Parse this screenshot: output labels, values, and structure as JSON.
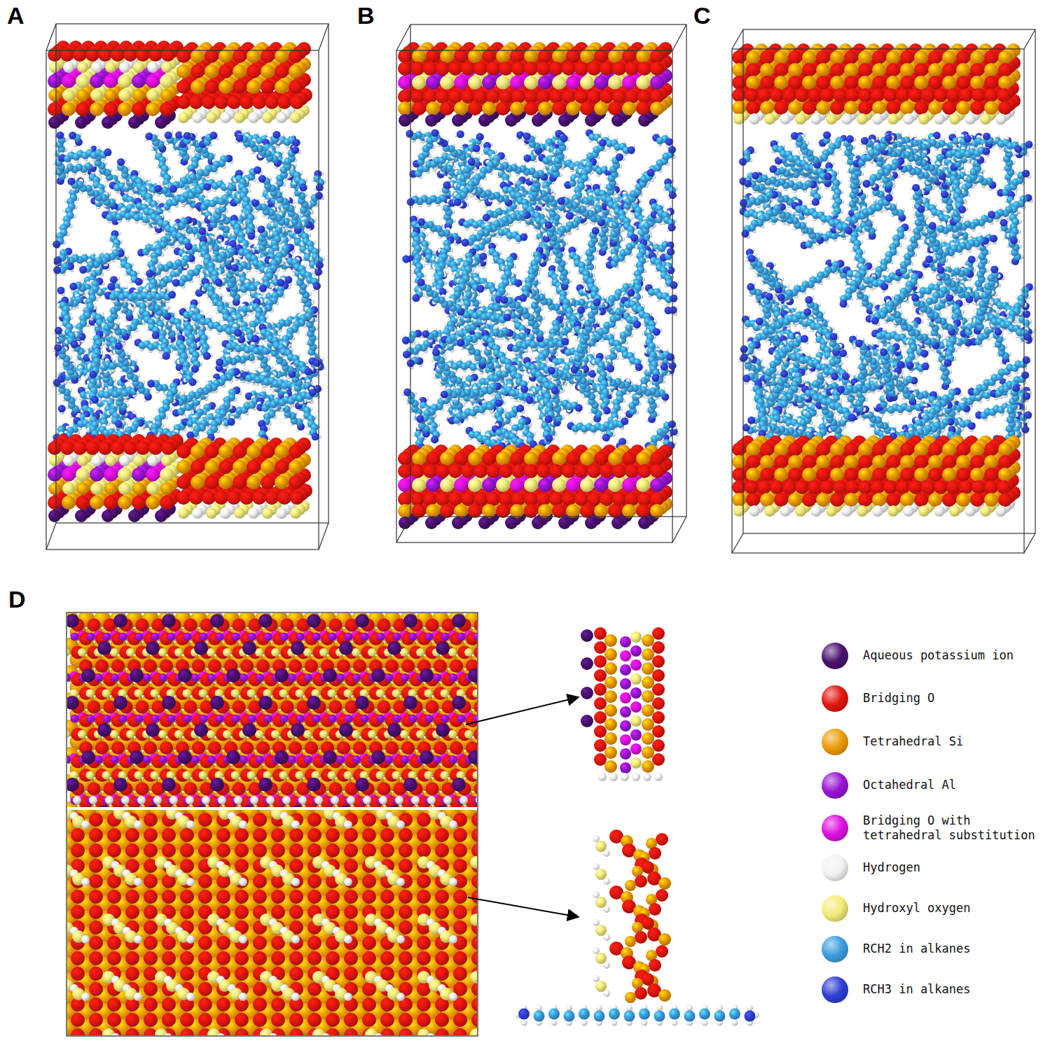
{
  "diagram": {
    "labels": [
      "A",
      "B",
      "C",
      "D"
    ],
    "legend": [
      {
        "text": "Aqueous potassium ion",
        "color": "#4a1170"
      },
      {
        "text": "Bridging O",
        "color": "#e5160e"
      },
      {
        "text": "Tetrahedral Si",
        "color": "#ee9c05"
      },
      {
        "text": "Octahedral Al",
        "color": "#9a14d6"
      },
      {
        "text": "Bridging O with tetrahedral substitution",
        "color": "#e010e0"
      },
      {
        "text": "Hydrogen",
        "color": "#f2f2f2"
      },
      {
        "text": "Hydroxyl oxygen",
        "color": "#f4ec78"
      },
      {
        "text": "RCH2 in alkanes",
        "color": "#3c9fe0"
      },
      {
        "text": "RCH3 in alkanes",
        "color": "#2f3fd6"
      }
    ]
  }
}
